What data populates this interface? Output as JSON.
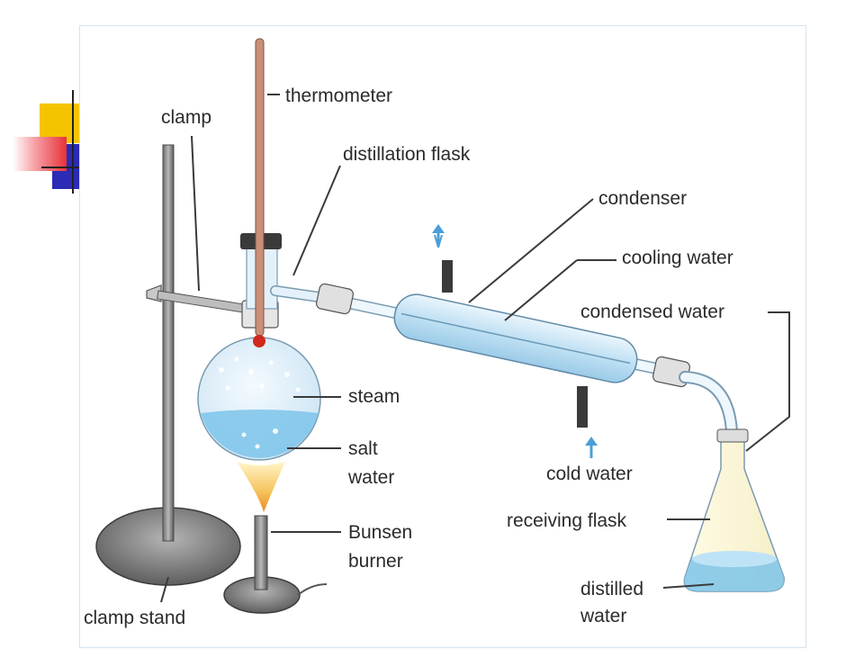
{
  "labels": {
    "thermometer": "thermometer",
    "clamp": "clamp",
    "distillation_flask": "distillation flask",
    "condenser": "condenser",
    "cooling_water": "cooling water",
    "condensed_water": "condensed water",
    "steam": "steam",
    "salt": "salt",
    "water": "water",
    "cold_water": "cold water",
    "bunsen": "Bunsen",
    "burner": "burner",
    "receiving_flask": "receiving flask",
    "distilled": "distilled",
    "distilled_water_line2": "water",
    "clamp_stand": "clamp stand"
  },
  "colors": {
    "accent_yellow": "#f5c400",
    "accent_blue": "#2b2bb5",
    "accent_red": "#e8323a",
    "glass": "#d9ecf7",
    "water": "#7cc4ea",
    "metal": "#8a8a8a"
  }
}
